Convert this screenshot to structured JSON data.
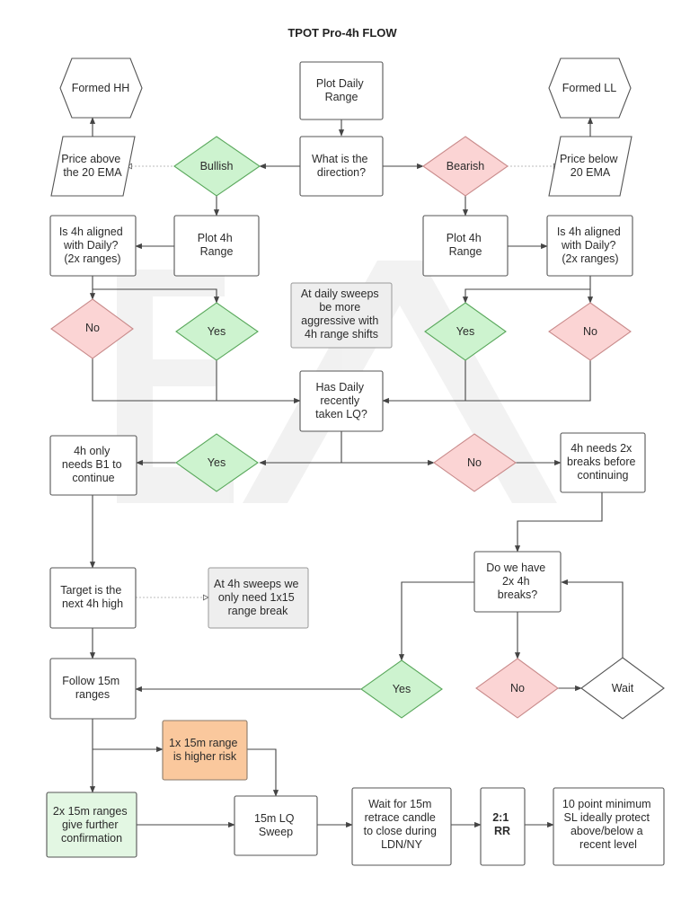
{
  "title": "TPOT Pro-4h FLOW",
  "colors": {
    "green_fill": "#cdf3cf",
    "green_stroke": "#5aa85c",
    "pink_fill": "#fbd4d4",
    "pink_stroke": "#c98b8b",
    "gray_fill": "#eeeeee",
    "orange_fill": "#fac89d",
    "light_green_fill": "#e3f7e3"
  },
  "nodes": {
    "formed_hh": "Formed HH",
    "plot_daily_range": [
      "Plot Daily",
      "Range"
    ],
    "formed_ll": "Formed LL",
    "price_above": [
      "Price above",
      "the 20 EMA"
    ],
    "bullish": "Bullish",
    "direction": [
      "What is the",
      "direction?"
    ],
    "bearish": "Bearish",
    "price_below": [
      "Price below",
      "20 EMA"
    ],
    "aligned_left": [
      "Is 4h aligned",
      "with Daily?",
      "(2x ranges)"
    ],
    "plot_4h_left": [
      "Plot 4h",
      "Range"
    ],
    "plot_4h_right": [
      "Plot 4h",
      "Range"
    ],
    "aligned_right": [
      "Is 4h aligned",
      "with Daily?",
      "(2x ranges)"
    ],
    "no_left": "No",
    "yes_left": "Yes",
    "daily_sweeps_note": [
      "At daily sweeps",
      "be more",
      "aggressive with",
      "4h range shifts"
    ],
    "yes_right": "Yes",
    "no_right": "No",
    "daily_lq": [
      "Has Daily",
      "recently",
      "taken LQ?"
    ],
    "b1_continue": [
      "4h only",
      "needs B1 to",
      "continue"
    ],
    "yes_mid": "Yes",
    "no_mid": "No",
    "needs_2x": [
      "4h needs 2x",
      "breaks before",
      "continuing"
    ],
    "target_4h": [
      "Target is the",
      "next 4h high"
    ],
    "sweeps_4h_note": [
      "At 4h sweeps we",
      "only need 1x15",
      "range break"
    ],
    "two_breaks": [
      "Do we have",
      "2x 4h",
      "breaks?"
    ],
    "follow_15m": [
      "Follow 15m",
      "ranges"
    ],
    "yes_low": "Yes",
    "no_low": "No",
    "wait": "Wait",
    "higher_risk": [
      "1x 15m range",
      "is higher risk"
    ],
    "two_15m": [
      "2x 15m ranges",
      "give further",
      "confirmation"
    ],
    "lq_sweep": [
      "15m LQ",
      "Sweep"
    ],
    "retrace": [
      "Wait for 15m",
      "retrace candle",
      "to close during",
      "LDN/NY"
    ],
    "rr": [
      "2:1",
      "RR"
    ],
    "sl": [
      "10 point minimum",
      "SL ideally protect",
      "above/below a",
      "recent level"
    ]
  }
}
